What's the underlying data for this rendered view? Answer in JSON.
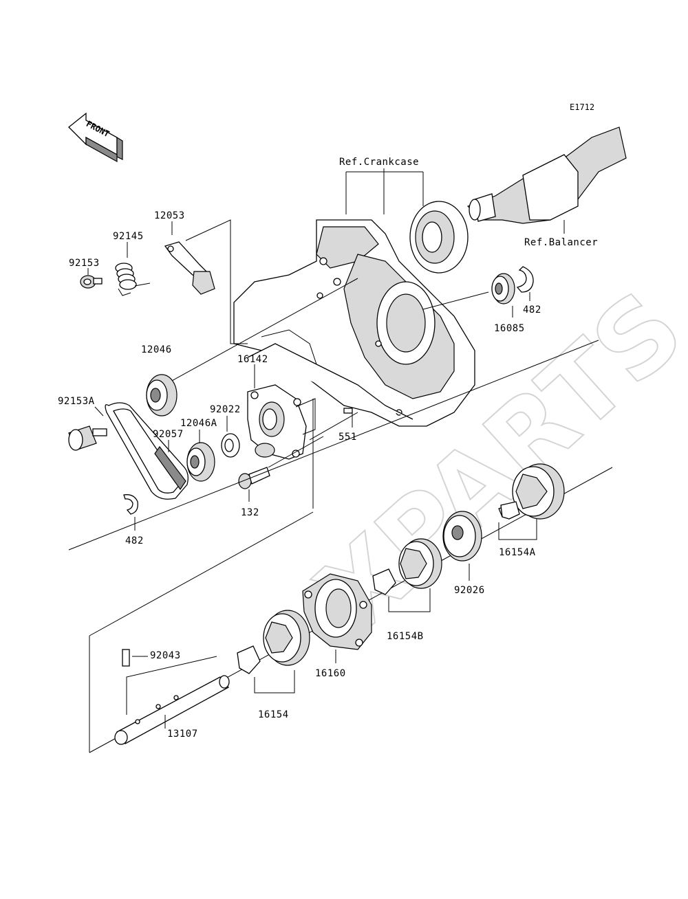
{
  "diagram_code": "E1712",
  "front_label": "FRONT",
  "watermark": "XPARTS",
  "references": {
    "crankcase": "Ref.Crankcase",
    "balancer": "Ref.Balancer"
  },
  "part_labels": {
    "p12053": "12053",
    "p92145": "92145",
    "p92153": "92153",
    "p12046": "12046",
    "p16142": "16142",
    "p92153A": "92153A",
    "p92022": "92022",
    "p12046A": "12046A",
    "p92057": "92057",
    "p482_right": "482",
    "p16085": "16085",
    "p551": "551",
    "p132": "132",
    "p482_left": "482",
    "p16154A": "16154A",
    "p92026": "92026",
    "p16154B": "16154B",
    "p16160": "16160",
    "p92043": "92043",
    "p16154": "16154",
    "p13107": "13107"
  }
}
